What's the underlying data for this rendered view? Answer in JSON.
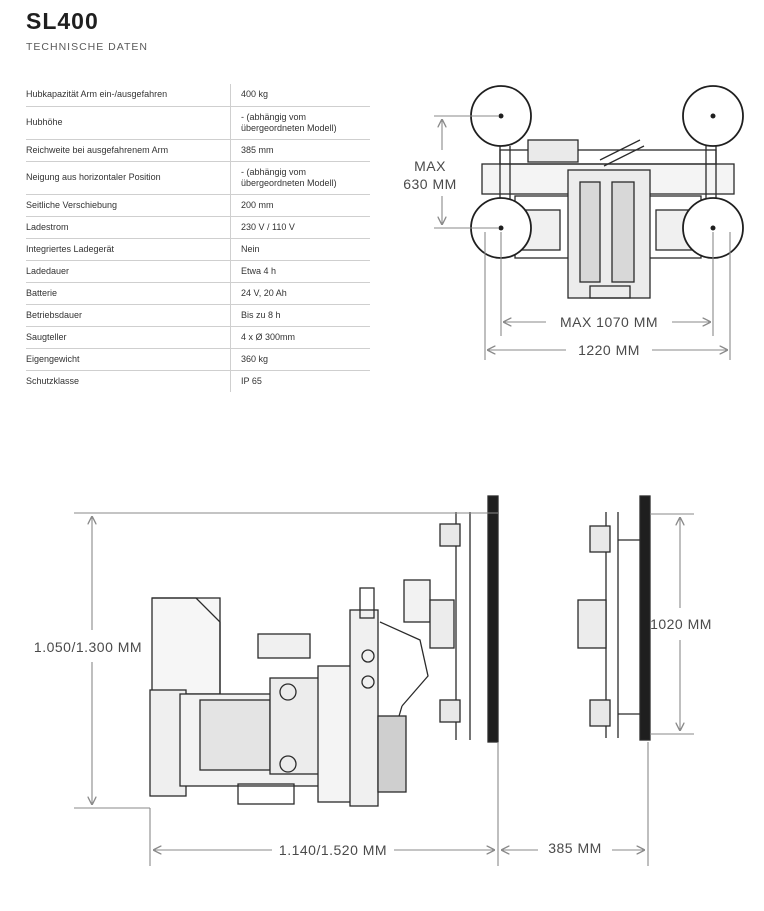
{
  "header": {
    "title": "SL400",
    "subtitle": "TECHNISCHE DATEN"
  },
  "specs": [
    {
      "label": "Hubkapazität Arm ein-/ausgefahren",
      "value": "400 kg"
    },
    {
      "label": "Hubhöhe",
      "value_line1": "- (abhängig vom",
      "value_line2": "übergeordneten Modell)"
    },
    {
      "label": "Reichweite bei ausgefahrenem Arm",
      "value": "385 mm"
    },
    {
      "label": "Neigung aus horizontaler Position",
      "value_line1": "- (abhängig vom",
      "value_line2": "übergeordneten Modell)"
    },
    {
      "label": "Seitliche Verschiebung",
      "value": "200 mm"
    },
    {
      "label": "Ladestrom",
      "value": "230 V / 110 V"
    },
    {
      "label": "Integriertes Ladegerät",
      "value": "Nein"
    },
    {
      "label": "Ladedauer",
      "value": "Etwa 4 h"
    },
    {
      "label": "Batterie",
      "value": "24 V, 20 Ah"
    },
    {
      "label": "Betriebsdauer",
      "value": "Bis zu 8 h"
    },
    {
      "label": "Saugteller",
      "value": "4 x Ø 300mm"
    },
    {
      "label": "Eigengewicht",
      "value": "360 kg"
    },
    {
      "label": "Schutzklasse",
      "value": "IP 65"
    }
  ],
  "top_diagram": {
    "height_label_1": "MAX",
    "height_label_2": "630 MM",
    "inner_width": "MAX 1070 MM",
    "outer_width": "1220 MM"
  },
  "side_diagram": {
    "height": "1.050/1.300 MM",
    "length": "1.140/1.520 MM",
    "reach": "385 MM",
    "pad_span": "1020 MM"
  }
}
